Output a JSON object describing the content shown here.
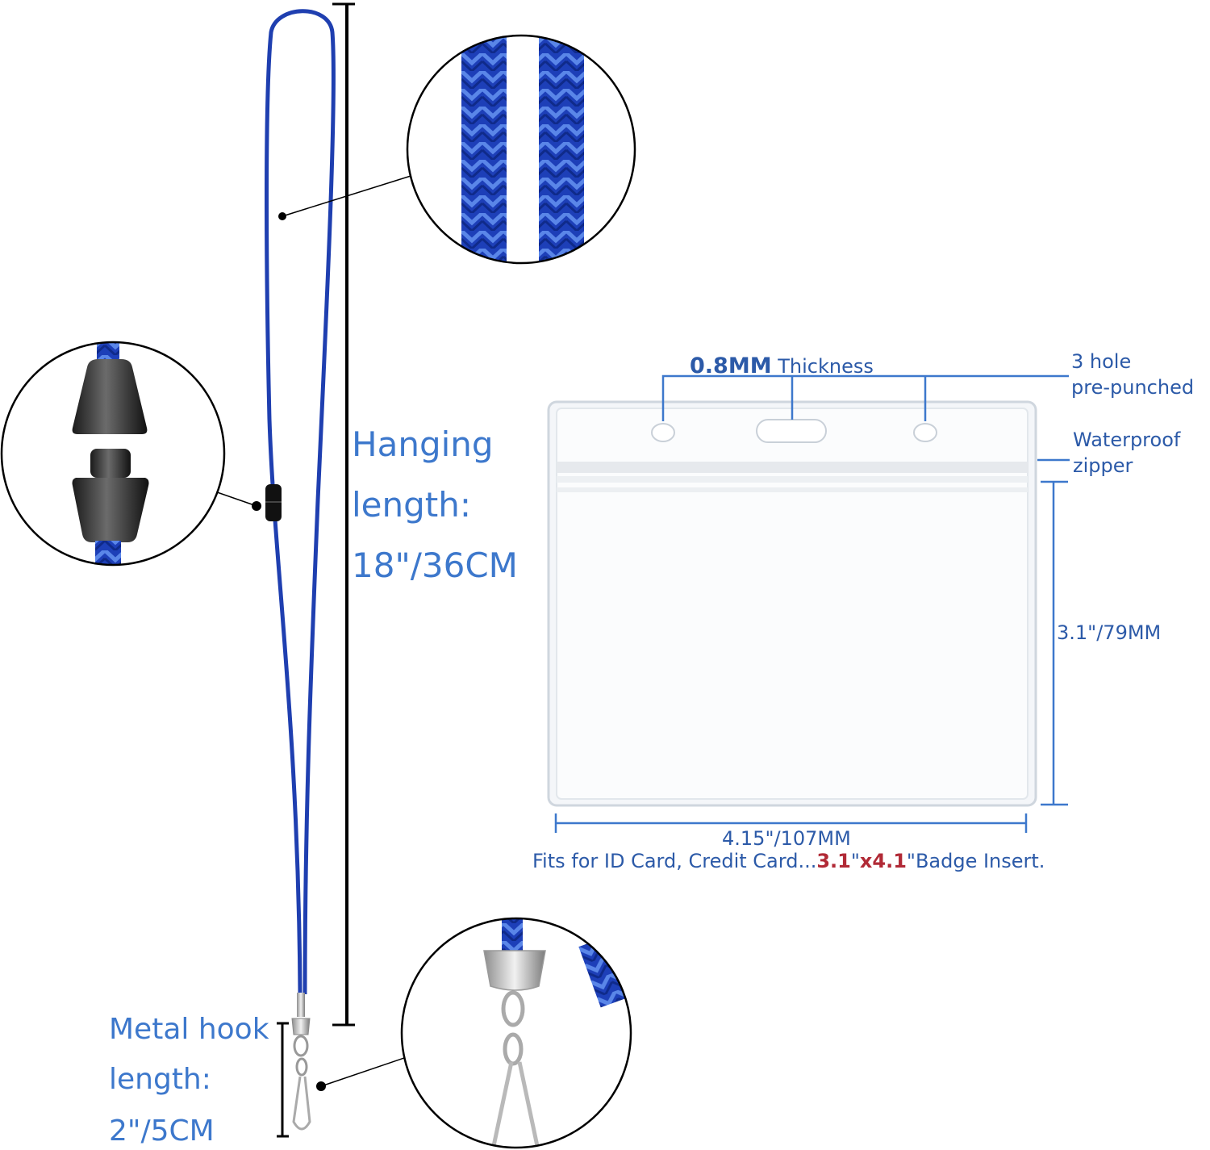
{
  "hanging_length": {
    "line1": "Hanging",
    "line2": "length:",
    "line3": "18\"/36CM"
  },
  "metal_hook": {
    "line1": "Metal hook",
    "line2": "length:",
    "line3": "2\"/5CM"
  },
  "holder": {
    "thickness_value": "0.8MM",
    "thickness_word": "Thickness",
    "holes_line1": "3 hole",
    "holes_line2": "pre-punched",
    "zipper_line1": "Waterproof",
    "zipper_line2": "zipper",
    "height": "3.1\"/79MM",
    "width": "4.15\"/107MM",
    "fits_prefix": "Fits for ID Card, Credit Card...",
    "fits_size_a": "3.1",
    "fits_quote_a": "\"",
    "fits_x": "x",
    "fits_size_b": "4.1",
    "fits_quote_b": "\"",
    "fits_suffix": "Badge Insert."
  },
  "colors": {
    "lanyard_blue": "#1f3fb0",
    "text_blue": "#3d78cc",
    "accent_red": "#b12a36"
  }
}
